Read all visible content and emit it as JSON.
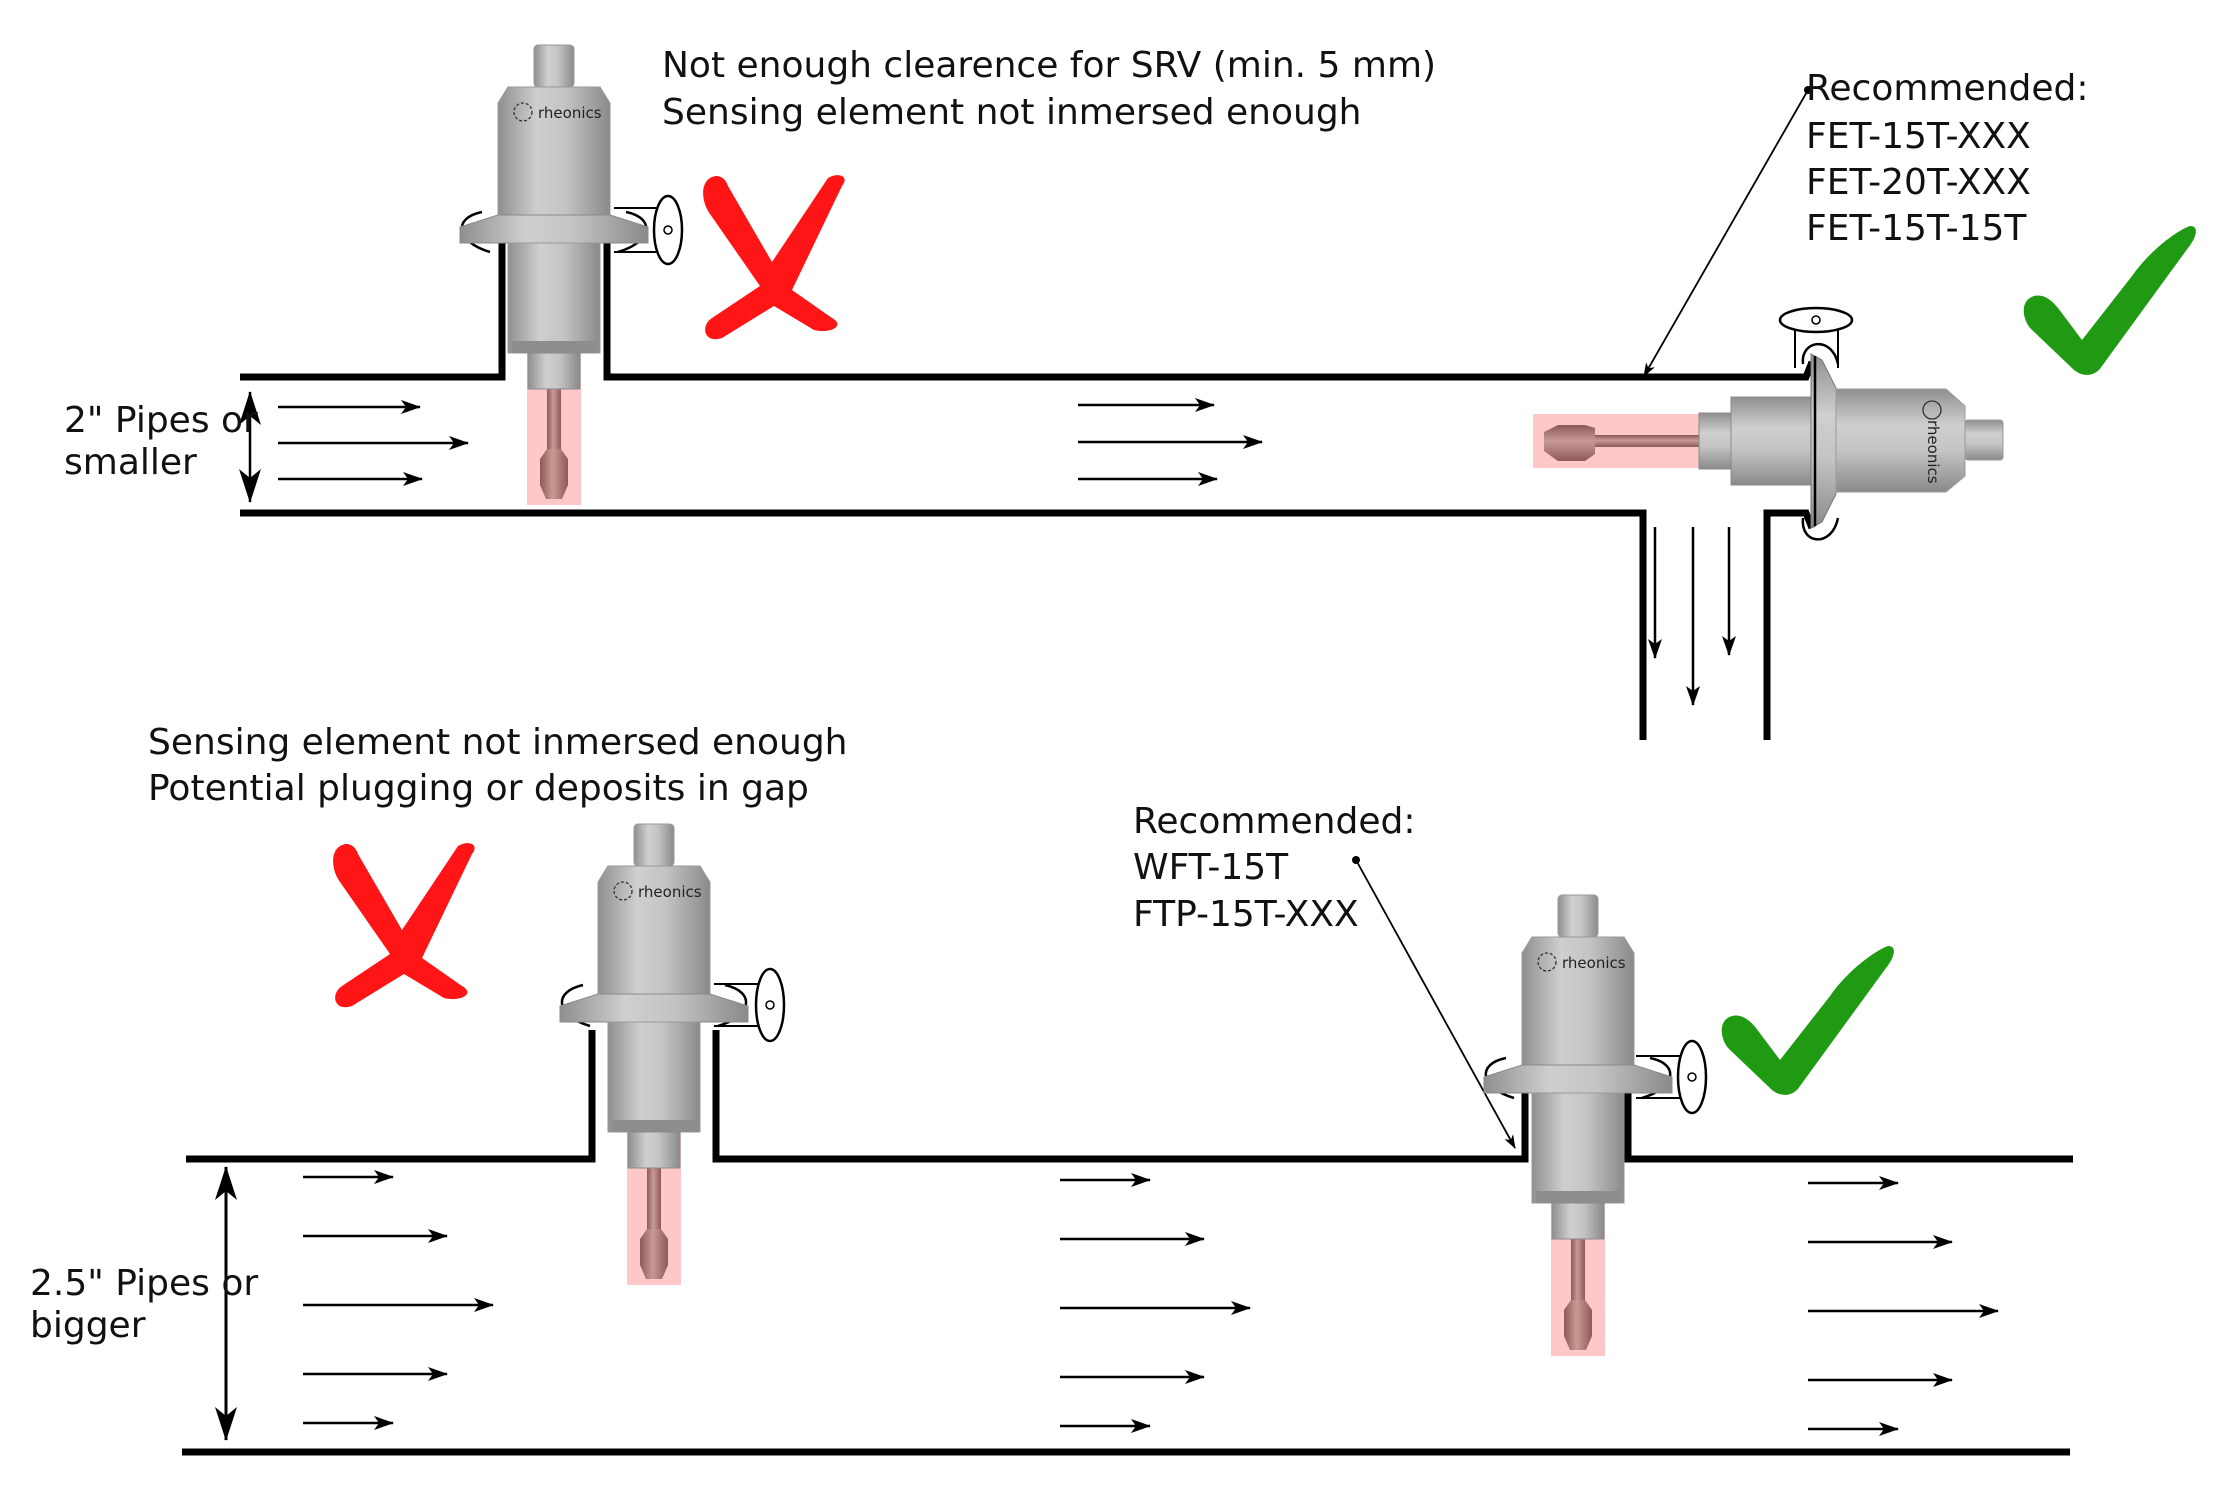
{
  "top_panel": {
    "size_label": [
      "2\" Pipes or",
      "smaller"
    ],
    "bad_install_note": [
      "Not enough clearence for SRV (min. 5 mm)",
      "Sensing element not inmersed enough"
    ],
    "recommended": {
      "heading": "Recommended:",
      "models": [
        "FET-15T-XXX",
        "FET-20T-XXX",
        "FET-15T-15T"
      ]
    }
  },
  "bottom_panel": {
    "size_label": [
      "2.5\" Pipes or",
      "bigger"
    ],
    "bad_install_note": [
      "Sensing element not inmersed enough",
      "Potential plugging or deposits in gap"
    ],
    "recommended": {
      "heading": "Recommended:",
      "models": [
        "WFT-15T",
        "FTP-15T-XXX"
      ]
    }
  },
  "sensor_brand": "rheonics",
  "icons": {
    "bad": "red-x-icon",
    "good": "green-check-icon"
  },
  "colors": {
    "bad": "#ff1a1a",
    "good": "#1f9a12",
    "sensing_highlight": "#ffc8c8",
    "probe": "#b77a76",
    "body": "#bdbdbd"
  }
}
